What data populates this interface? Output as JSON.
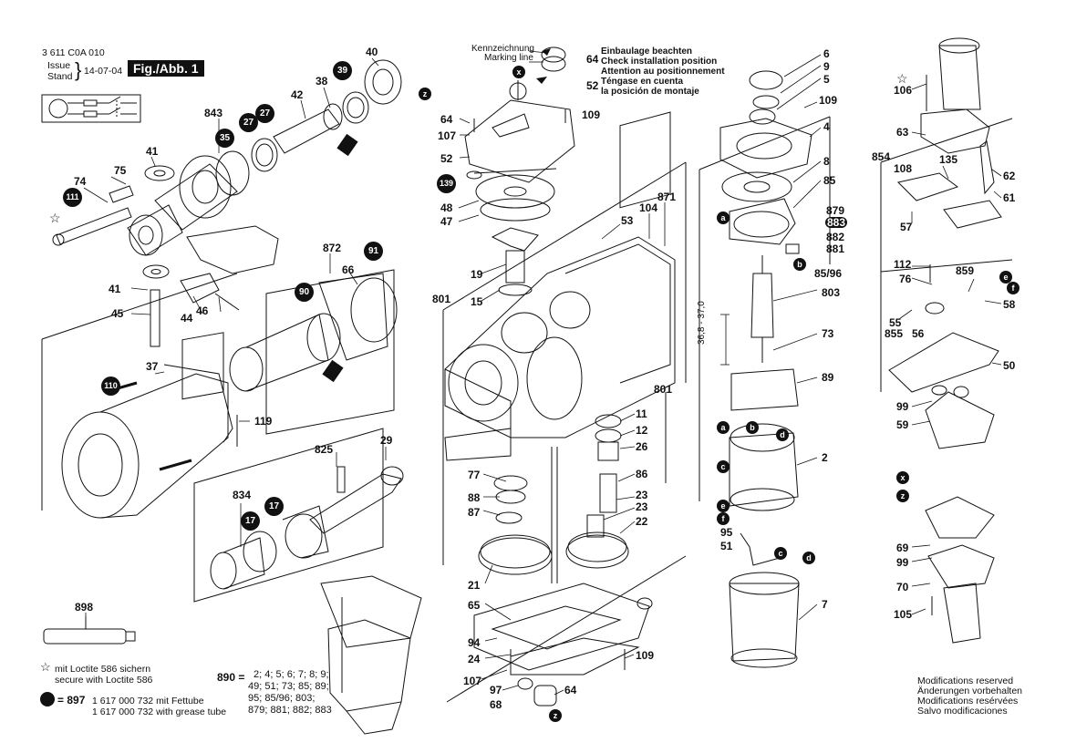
{
  "header": {
    "part_number": "3 611 C0A 010",
    "issue_label": "Issue",
    "stand_label": "Stand",
    "date": "14-07-04",
    "figure_label": "Fig./Abb. 1"
  },
  "marking": {
    "de": "Kennzeichnung",
    "en": "Marking line",
    "notes": [
      "Einbaulage beachten",
      "Check installation position",
      "Attention au positionnement",
      "Téngase en cuenta",
      "la posición de montaje"
    ]
  },
  "part_labels": {
    "l40": "40",
    "l39": "39",
    "l38": "38",
    "l42": "42",
    "l843": "843",
    "l35": "35",
    "l27a": "27",
    "l27b": "27",
    "l41a": "41",
    "l74": "74",
    "l75": "75",
    "l111": "111",
    "l41b": "41",
    "l45": "45",
    "l44": "44",
    "l46": "46",
    "l872": "872",
    "l91": "91",
    "l90": "90",
    "l66": "66",
    "l37": "37",
    "l110": "110",
    "l119": "119",
    "l825": "825",
    "l29": "29",
    "l834": "834",
    "l17a": "17",
    "l17b": "17",
    "l898": "898",
    "l64a": "64",
    "l52a": "52",
    "l64b": "64",
    "l109a": "109",
    "l107a": "107",
    "l52b": "52",
    "l139": "139",
    "l48": "48",
    "l47": "47",
    "l53": "53",
    "l104": "104",
    "l871": "871",
    "l19": "19",
    "l15": "15",
    "l801a": "801",
    "l801b": "801",
    "l11": "11",
    "l12": "12",
    "l26": "26",
    "l77": "77",
    "l88": "88",
    "l87": "87",
    "l86": "86",
    "l23a": "23",
    "l23b": "23",
    "l22": "22",
    "l21": "21",
    "l65": "65",
    "l94": "94",
    "l24": "24",
    "l109b": "109",
    "l107b": "107",
    "l97": "97",
    "l68": "68",
    "l64c": "64",
    "l6": "6",
    "l9": "9",
    "l5": "5",
    "l109c": "109",
    "l4": "4",
    "l8": "8",
    "l85": "85",
    "l879": "879",
    "l883": "883",
    "l882": "882",
    "l881": "881",
    "l8596": "85/96",
    "l803": "803",
    "l73": "73",
    "l89": "89",
    "l2": "2",
    "l95": "95",
    "l51": "51",
    "l7": "7",
    "l368": "36,8 - 37,0",
    "l106": "106",
    "l63": "63",
    "l854": "854",
    "l108": "108",
    "l135": "135",
    "l62": "62",
    "l61": "61",
    "l57": "57",
    "l112": "112",
    "l76": "76",
    "l859": "859",
    "l58": "58",
    "l55": "55",
    "l855": "855",
    "l56": "56",
    "l50": "50",
    "l99a": "99",
    "l59": "59",
    "l69": "69",
    "l99b": "99",
    "l70": "70",
    "l105": "105"
  },
  "footnotes": {
    "loctite_de": "mit Loctite 586 sichern",
    "loctite_en": "secure with Loctite 586",
    "grease_label": "= 897",
    "grease_de": "1 617 000 732 mit Fettube",
    "grease_en": "1 617 000 732 with grease tube",
    "set_label": "890 =",
    "set_lines": [
      "2; 4; 5; 6; 7; 8; 9;",
      "49; 51; 73; 85; 89;",
      "95; 85/96; 803;",
      "879; 881; 882; 883"
    ],
    "modifications": [
      "Modifications reserved",
      "Änderungen vorbehalten",
      "Modifications resérvées",
      "Salvo modificaciones"
    ]
  },
  "letters": {
    "x": "x",
    "z": "z",
    "a": "a",
    "b": "b",
    "c": "c",
    "d": "d",
    "e": "e",
    "f": "f"
  },
  "icons": [
    "motor-schematic-icon",
    "star-icon",
    "loctite-star-icon",
    "grease-dot-icon",
    "grease-tube-icon"
  ]
}
